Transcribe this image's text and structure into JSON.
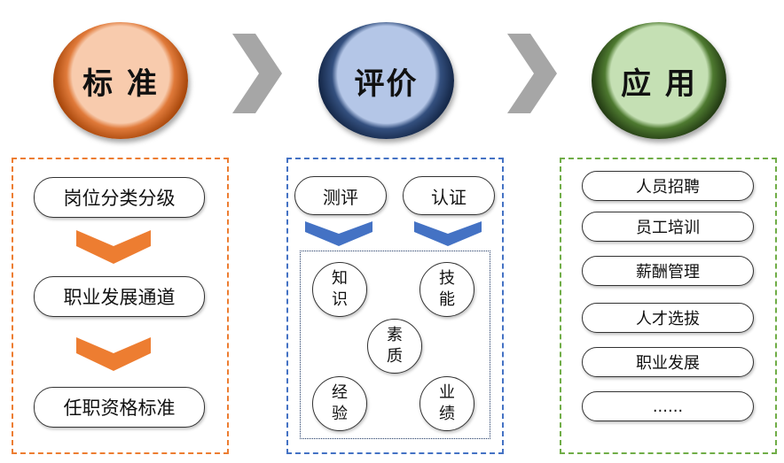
{
  "columns": [
    {
      "title": "标 准",
      "items": [
        "岗位分类分级",
        "职业发展通道",
        "任职资格标准"
      ],
      "colors": {
        "ring": "#c55a11",
        "fill": "#f8cbad",
        "border": "#ed7d31",
        "arrow": "#ed7d31"
      }
    },
    {
      "title": "评价",
      "methods": [
        "测评",
        "认证"
      ],
      "elements": [
        {
          "lines": [
            "知",
            "识"
          ]
        },
        {
          "lines": [
            "技",
            "能"
          ]
        },
        {
          "lines": [
            "素",
            "质"
          ]
        },
        {
          "lines": [
            "经",
            "验"
          ]
        },
        {
          "lines": [
            "业",
            "绩"
          ]
        }
      ],
      "colors": {
        "ring": "#1f3864",
        "fill": "#b4c6e7",
        "border": "#4472c4",
        "arrow": "#4472c4"
      }
    },
    {
      "title": "应 用",
      "items": [
        "人员招聘",
        "员工培训",
        "薪酬管理",
        "人才选拔",
        "职业发展",
        "......"
      ],
      "colors": {
        "ring": "#375623",
        "fill": "#c5e0b4",
        "border": "#70ad47"
      }
    }
  ],
  "connector_color": "#a6a6a6"
}
